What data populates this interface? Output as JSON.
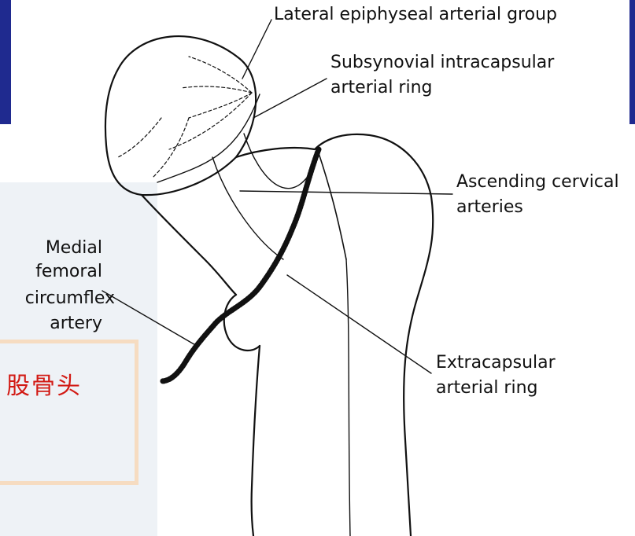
{
  "labels": {
    "lateral": "Lateral epiphyseal arterial group",
    "subsynovial_1": "Subsynovial intracapsular",
    "subsynovial_2": "arterial ring",
    "ascending_1": "Ascending cervical",
    "ascending_2": "arteries",
    "medial_1": "Medial",
    "medial_2": "femoral",
    "medial_3": "circumflex",
    "medial_4": "artery",
    "extracapsular_1": "Extracapsular",
    "extracapsular_2": "arterial ring"
  },
  "caption": "股骨头",
  "colors": {
    "line": "#111111",
    "accent_blue": "#1f2a8f",
    "caption_red": "#d21a14",
    "caption_border": "#f6dcc1"
  }
}
